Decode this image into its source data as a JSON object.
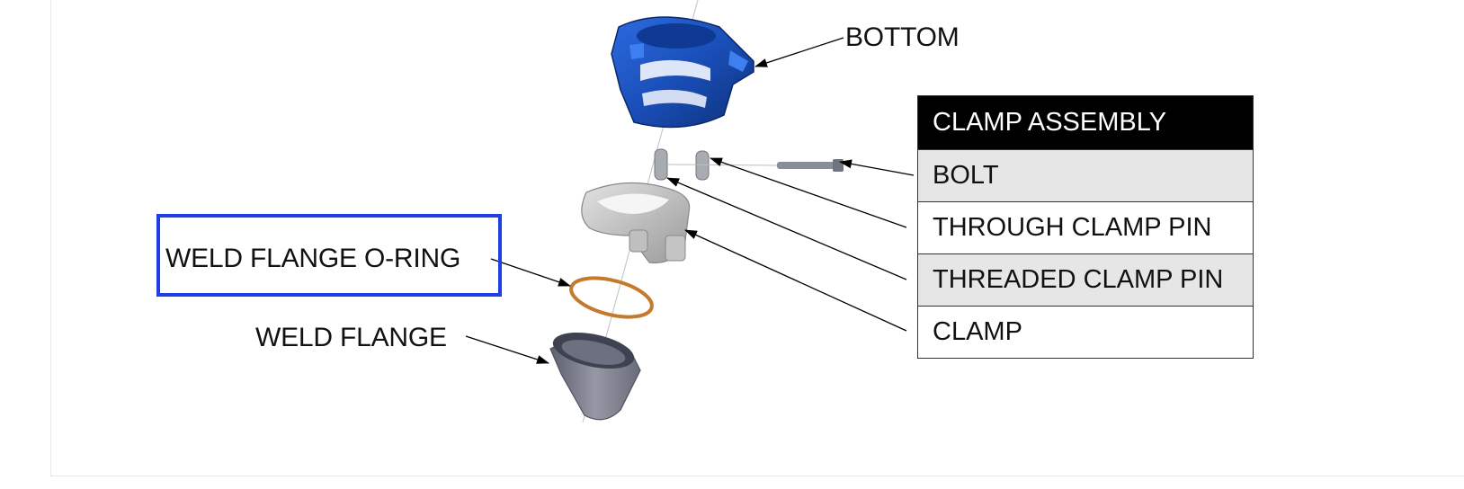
{
  "callouts": {
    "bottom": "BOTTOM",
    "weld_flange_oring": "WELD FLANGE O-RING",
    "weld_flange": "WELD FLANGE"
  },
  "legend": {
    "title": "CLAMP ASSEMBLY",
    "rows": [
      "BOLT",
      "THROUGH CLAMP PIN",
      "THREADED CLAMP PIN",
      "CLAMP"
    ]
  },
  "colors": {
    "bottom_part": "#1a4fb8",
    "clamp_part": "#b8b8b8",
    "oring": "#c47a2c",
    "weld_flange_part": "#80828f",
    "highlight": "#1f3fe6"
  }
}
